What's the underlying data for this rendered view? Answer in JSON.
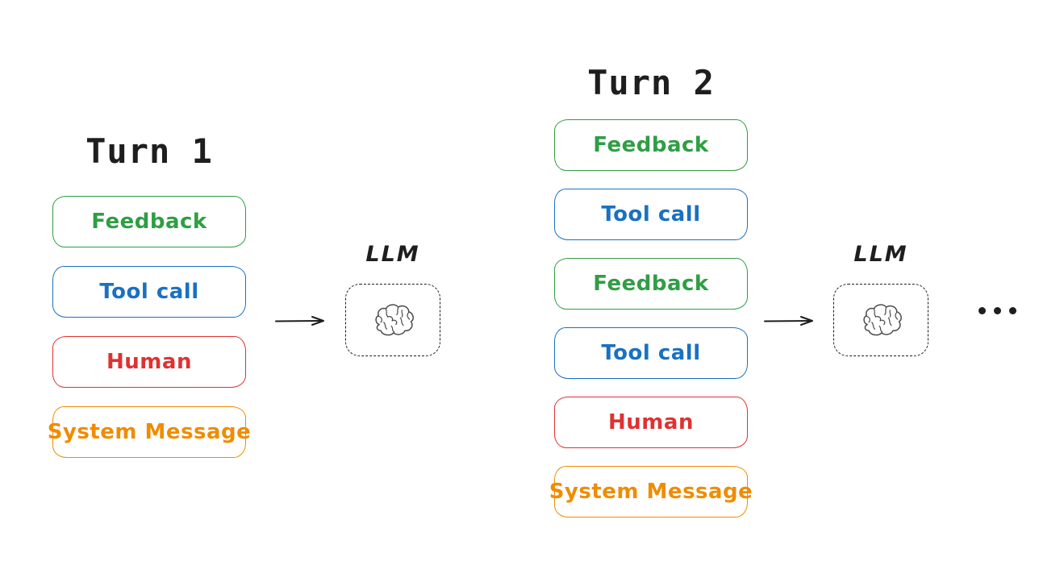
{
  "diagram": {
    "background": "#ffffff",
    "ink_color": "#1e1e1e",
    "palette": {
      "green": "#2f9e44",
      "blue": "#1971c2",
      "red": "#e03131",
      "orange": "#f08c00"
    },
    "turns": [
      {
        "title": "Turn 1",
        "messages": [
          {
            "label": "Feedback",
            "color": "green"
          },
          {
            "label": "Tool call",
            "color": "blue"
          },
          {
            "label": "Human",
            "color": "red"
          },
          {
            "label": "System Message",
            "color": "orange"
          }
        ]
      },
      {
        "title": "Turn 2",
        "messages": [
          {
            "label": "Feedback",
            "color": "green"
          },
          {
            "label": "Tool call",
            "color": "blue"
          },
          {
            "label": "Feedback",
            "color": "green"
          },
          {
            "label": "Tool call",
            "color": "blue"
          },
          {
            "label": "Human",
            "color": "red"
          },
          {
            "label": "System Message",
            "color": "orange"
          }
        ]
      }
    ],
    "llm": {
      "label": "LLM",
      "icon": "brain-icon"
    },
    "arrow_icon": "arrow-right-icon",
    "ellipsis": "..."
  }
}
